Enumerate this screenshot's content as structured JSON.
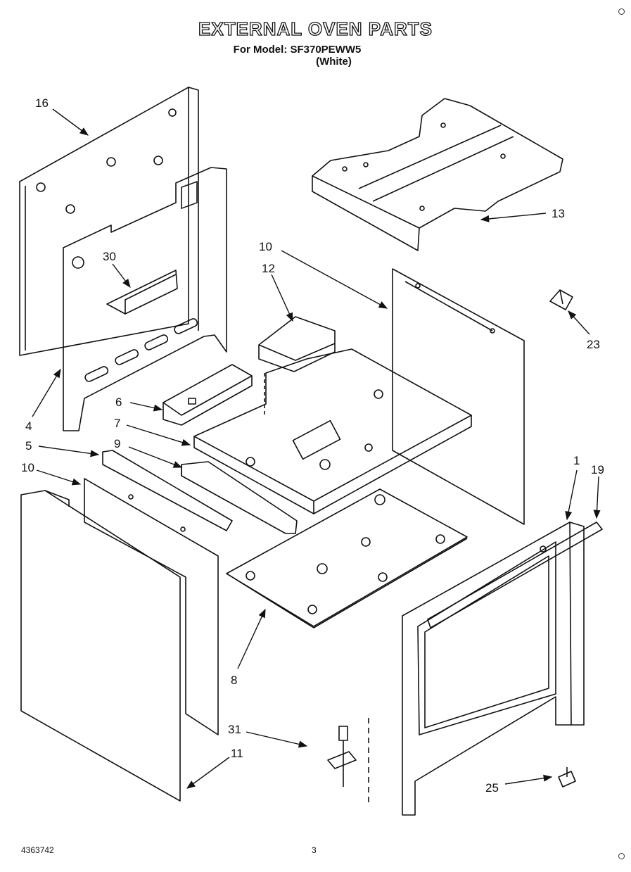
{
  "header": {
    "title": "EXTERNAL OVEN PARTS",
    "model_line": "For Model: SF370PEWW5",
    "color_line": "(White)"
  },
  "footer": {
    "doc_number": "4363742",
    "page_number": "3"
  },
  "callouts": [
    "16",
    "13",
    "10",
    "30",
    "12",
    "23",
    "4",
    "6",
    "7",
    "5",
    "9",
    "10",
    "1",
    "19",
    "8",
    "31",
    "11",
    "25"
  ],
  "style": {
    "ink": "#111111",
    "paper": "#ffffff"
  }
}
